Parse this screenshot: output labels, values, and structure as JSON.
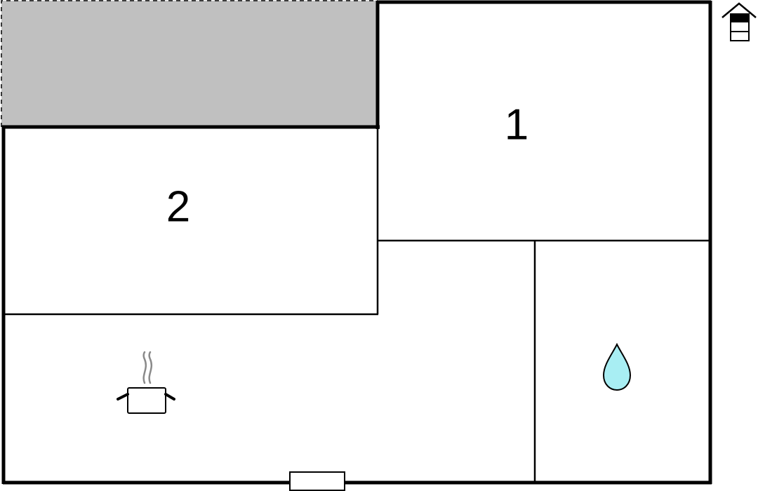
{
  "rooms": [
    {
      "id": "bedroom-1",
      "label": "1"
    },
    {
      "id": "bedroom-2",
      "label": "2"
    }
  ],
  "icons": {
    "kitchen": "cooking-pot-icon",
    "bathroom": "water-drop-icon",
    "floor_indicator": "house-floor-icon"
  },
  "colors": {
    "wall": "#000000",
    "outdoor_area": "#c0c0c0",
    "water": "#a8eef3",
    "steam": "#8a8a8a"
  }
}
